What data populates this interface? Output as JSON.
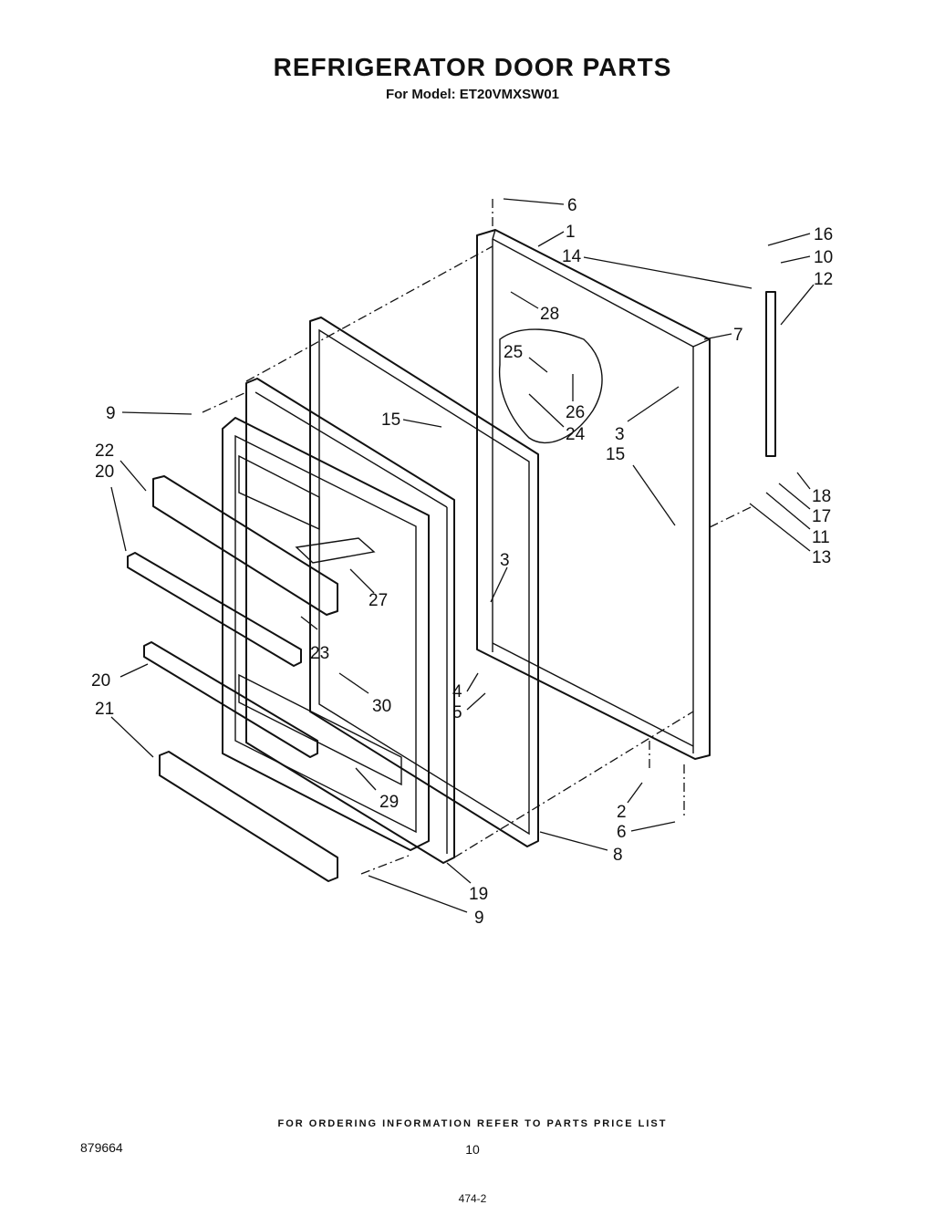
{
  "header": {
    "title": "REFRIGERATOR DOOR PARTS",
    "subtitle": "For Model: ET20VMXSW01"
  },
  "footer": {
    "ordering_note": "FOR ORDERING INFORMATION REFER TO PARTS PRICE LIST",
    "document_number": "879664",
    "page_number": "10",
    "truncated_text": "474-2"
  },
  "callouts": [
    {
      "id": "c6a",
      "label": "6"
    },
    {
      "id": "c1",
      "label": "1"
    },
    {
      "id": "c16",
      "label": "16"
    },
    {
      "id": "c10",
      "label": "10"
    },
    {
      "id": "c14",
      "label": "14"
    },
    {
      "id": "c12",
      "label": "12"
    },
    {
      "id": "c28",
      "label": "28"
    },
    {
      "id": "c7",
      "label": "7"
    },
    {
      "id": "c25",
      "label": "25"
    },
    {
      "id": "c9a",
      "label": "9"
    },
    {
      "id": "c15a",
      "label": "15"
    },
    {
      "id": "c26",
      "label": "26"
    },
    {
      "id": "c24",
      "label": "24"
    },
    {
      "id": "c3a",
      "label": "3"
    },
    {
      "id": "c22",
      "label": "22"
    },
    {
      "id": "c20a",
      "label": "20"
    },
    {
      "id": "c15b",
      "label": "15"
    },
    {
      "id": "c18",
      "label": "18"
    },
    {
      "id": "c17",
      "label": "17"
    },
    {
      "id": "c11",
      "label": "11"
    },
    {
      "id": "c13",
      "label": "13"
    },
    {
      "id": "c3b",
      "label": "3"
    },
    {
      "id": "c27",
      "label": "27"
    },
    {
      "id": "c23",
      "label": "23"
    },
    {
      "id": "c20b",
      "label": "20"
    },
    {
      "id": "c30",
      "label": "30"
    },
    {
      "id": "c21",
      "label": "21"
    },
    {
      "id": "c4",
      "label": "4"
    },
    {
      "id": "c5",
      "label": "5"
    },
    {
      "id": "c29",
      "label": "29"
    },
    {
      "id": "c2",
      "label": "2"
    },
    {
      "id": "c6b",
      "label": "6"
    },
    {
      "id": "c8",
      "label": "8"
    },
    {
      "id": "c19",
      "label": "19"
    },
    {
      "id": "c9b",
      "label": "9"
    }
  ]
}
